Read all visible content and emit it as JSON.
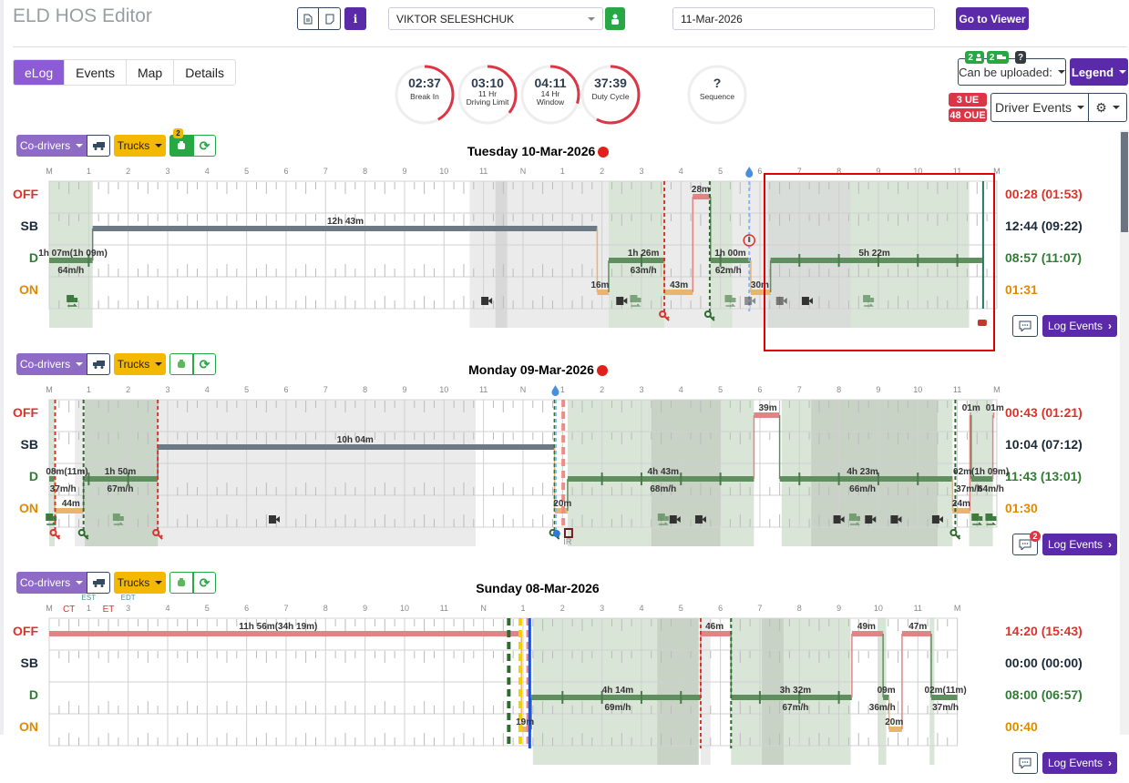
{
  "header": {
    "title": "ELD HOS Editor",
    "driver": "VIKTOR SELESHCHUK",
    "date": "11-Mar-2026",
    "go_viewer": "Go to Viewer",
    "info_icon": "i"
  },
  "tabs": [
    {
      "label": "eLog",
      "active": true
    },
    {
      "label": "Events"
    },
    {
      "label": "Map"
    },
    {
      "label": "Details"
    }
  ],
  "gauges": [
    {
      "value": "02:37",
      "l1": "Break In",
      "l2": "",
      "fraction": 0.42
    },
    {
      "value": "03:10",
      "l1": "11 Hr",
      "l2": "Driving Limit",
      "fraction": 0.36
    },
    {
      "value": "04:11",
      "l1": "14 Hr",
      "l2": "Window",
      "fraction": 0.3
    },
    {
      "value": "37:39",
      "l1": "Duty Cycle",
      "l2": "",
      "fraction": 0.58
    },
    {
      "value": "?",
      "l1": "Sequence",
      "l2": "",
      "fraction": 0
    }
  ],
  "upload": {
    "badge_drivers": "2",
    "badge_trucks": "2",
    "badge_help": "?",
    "select": "Can be uploaded:",
    "legend": "Legend"
  },
  "events": {
    "ue": "3 UE",
    "oue": "48 OUE",
    "select": "Driver Events"
  },
  "common": {
    "codrivers": "Co-drivers",
    "trucks": "Trucks",
    "log_events": "Log Events",
    "engine_badge": "2"
  },
  "colors": {
    "OFF": "#d9342b",
    "SB": "#1b2a3a",
    "D": "#2e7d32",
    "ON": "#e08a00",
    "purple": "#5b2aa8"
  },
  "days": [
    {
      "title": "Tuesday 10-Mar-2026",
      "violation": true,
      "engine_active": true,
      "comment_badge": "",
      "hours": 24,
      "hour_labels": [
        "M",
        "1",
        "2",
        "3",
        "4",
        "5",
        "6",
        "7",
        "8",
        "9",
        "10",
        "11",
        "N",
        "1",
        "2",
        "3",
        "4",
        "5",
        "6",
        "7",
        "8",
        "9",
        "10",
        "11",
        "M"
      ],
      "tz_labels": [],
      "statuses": [
        "OFF",
        "SB",
        "D",
        "ON"
      ],
      "totals": [
        "00:28 (01:53)",
        "12:44 (09:22)",
        "08:57 (11:07)",
        "01:31"
      ],
      "segments": [
        [
          "D",
          0,
          1.1
        ],
        [
          "SB",
          1.1,
          13.88
        ],
        [
          "ON",
          13.88,
          14.17
        ],
        [
          "D",
          14.17,
          15.58
        ],
        [
          "ON",
          15.58,
          16.3
        ],
        [
          "OFF",
          16.3,
          16.75
        ],
        [
          "D",
          16.75,
          17.77
        ],
        [
          "ON",
          17.77,
          18.27
        ],
        [
          "D",
          18.27,
          23.63
        ]
      ],
      "shades": [
        [
          "g",
          0,
          1.1
        ],
        [
          "l",
          10.65,
          14.17
        ],
        [
          "d",
          11.3,
          11.6
        ],
        [
          "g",
          14.17,
          15.58
        ],
        [
          "l",
          15.58,
          16.75
        ],
        [
          "g",
          16.75,
          17.3
        ],
        [
          "d",
          17.3,
          18.2
        ],
        [
          "m",
          18.2,
          20.3
        ],
        [
          "g",
          20.3,
          23.3
        ]
      ],
      "dashed": [
        [
          "red",
          15.58
        ],
        [
          "green",
          16.73
        ],
        [
          "blue",
          17.73
        ]
      ],
      "labels": [
        [
          "1h 07m(1h 09m)",
          0.6,
          "D",
          "a"
        ],
        [
          "64m/h",
          0.55,
          "D",
          "b"
        ],
        [
          "12h 43m",
          7.5,
          "SB",
          "a"
        ],
        [
          "16m",
          13.95,
          "ON",
          "a"
        ],
        [
          "1h 26m",
          15.05,
          "D",
          "a"
        ],
        [
          "63m/h",
          15.05,
          "D",
          "b"
        ],
        [
          "43m",
          15.95,
          "ON",
          "a"
        ],
        [
          "28m",
          16.5,
          "OFF",
          "a"
        ],
        [
          "1h 00m",
          17.25,
          "D",
          "a"
        ],
        [
          "62m/h",
          17.2,
          "D",
          "b"
        ],
        [
          "30m",
          18.0,
          "ON",
          "a"
        ],
        [
          "5h 22m",
          20.9,
          "D",
          "a"
        ]
      ],
      "icons": [
        [
          "truck",
          0.58,
          1
        ],
        [
          "camera",
          11.08,
          1
        ],
        [
          "camera",
          14.5,
          1
        ],
        [
          "truck",
          14.85,
          0.6
        ],
        [
          "truck",
          17.25,
          0.6
        ],
        [
          "camera",
          17.75,
          0.5
        ],
        [
          "camera",
          18.55,
          0.6
        ],
        [
          "camera",
          19.2,
          1
        ],
        [
          "truck",
          20.75,
          0.6
        ]
      ],
      "keys": [
        [
          "red",
          15.58
        ],
        [
          "green",
          16.73
        ]
      ],
      "markers": {
        "drop": 17.73,
        "alert": 17.73,
        "engine_end": 23.63,
        "end_line": 23.63
      }
    },
    {
      "title": "Monday 09-Mar-2026",
      "violation": true,
      "engine_active": false,
      "comment_badge": "2",
      "hours": 24,
      "hour_labels": [
        "M",
        "1",
        "2",
        "3",
        "4",
        "5",
        "6",
        "7",
        "8",
        "9",
        "10",
        "11",
        "N",
        "1",
        "2",
        "3",
        "4",
        "5",
        "6",
        "7",
        "8",
        "9",
        "10",
        "11",
        "M"
      ],
      "tz_labels": [],
      "statuses": [
        "OFF",
        "SB",
        "D",
        "ON"
      ],
      "totals": [
        "00:43 (01:21)",
        "10:04 (07:12)",
        "11:43 (13:01)",
        "01:30"
      ],
      "segments": [
        [
          "D",
          0,
          0.14
        ],
        [
          "ON",
          0.14,
          0.87
        ],
        [
          "D",
          0.87,
          2.75
        ],
        [
          "SB",
          2.75,
          12.8
        ],
        [
          "ON",
          12.8,
          13.13
        ],
        [
          "D",
          13.13,
          17.85
        ],
        [
          "OFF",
          17.85,
          18.5
        ],
        [
          "D",
          18.5,
          22.88
        ],
        [
          "ON",
          22.88,
          23.32
        ],
        [
          "OFF",
          23.32,
          23.35
        ],
        [
          "D",
          23.35,
          23.9
        ],
        [
          "OFF",
          23.9,
          23.94
        ]
      ],
      "shades": [
        [
          "g",
          0,
          0.14
        ],
        [
          "l",
          0.65,
          10.8
        ],
        [
          "g",
          0.9,
          2.75
        ],
        [
          "g",
          13.13,
          17.85
        ],
        [
          "d",
          15.25,
          17.0
        ],
        [
          "g",
          18.55,
          22.88
        ],
        [
          "d",
          19.3,
          22.5
        ],
        [
          "g",
          23.3,
          23.9
        ]
      ],
      "dashed": [
        [
          "red",
          0.15
        ],
        [
          "green",
          0.87
        ],
        [
          "red",
          2.75
        ],
        [
          "green",
          12.8
        ],
        [
          "blue",
          12.83
        ],
        [
          "salmon",
          13.02
        ],
        [
          "green",
          22.95
        ]
      ],
      "labels": [
        [
          "08m(11m)",
          0.45,
          "D",
          "a"
        ],
        [
          "37m/h",
          0.35,
          "D",
          "b"
        ],
        [
          "44m",
          0.55,
          "ON",
          "a"
        ],
        [
          "1h 50m",
          1.8,
          "D",
          "a"
        ],
        [
          "67m/h",
          1.8,
          "D",
          "b"
        ],
        [
          "10h 04m",
          7.75,
          "SB",
          "a"
        ],
        [
          "20m",
          13.0,
          "ON",
          "a"
        ],
        [
          "4h 43m",
          15.55,
          "D",
          "a"
        ],
        [
          "68m/h",
          15.55,
          "D",
          "b"
        ],
        [
          "39m",
          18.2,
          "OFF",
          "a"
        ],
        [
          "4h 23m",
          20.6,
          "D",
          "a"
        ],
        [
          "66m/h",
          20.6,
          "D",
          "b"
        ],
        [
          "24m",
          23.1,
          "ON",
          "a"
        ],
        [
          "01m",
          23.35,
          "OFF",
          "a"
        ],
        [
          "01m",
          23.95,
          "OFF",
          "a"
        ],
        [
          "02m(1h 09m)",
          23.6,
          "D",
          "a"
        ],
        [
          "37m/h",
          23.3,
          "D",
          "b"
        ],
        [
          "64m/h",
          23.85,
          "D",
          "b"
        ]
      ],
      "icons": [
        [
          "truck",
          0.05,
          1
        ],
        [
          "truck",
          1.75,
          0.6
        ],
        [
          "camera",
          5.7,
          1
        ],
        [
          "truck",
          15.55,
          0.6
        ],
        [
          "camera",
          15.85,
          1
        ],
        [
          "camera",
          16.5,
          1
        ],
        [
          "camera",
          20.0,
          1
        ],
        [
          "truck",
          20.4,
          0.6
        ],
        [
          "camera",
          20.8,
          1
        ],
        [
          "camera",
          21.45,
          1
        ],
        [
          "camera",
          22.5,
          1
        ],
        [
          "truck",
          23.5,
          1
        ],
        [
          "truck",
          23.85,
          1
        ]
      ],
      "keys": [
        [
          "red",
          0.15
        ],
        [
          "green",
          0.87
        ],
        [
          "red",
          2.75
        ],
        [
          "green",
          12.8
        ],
        [
          "green",
          22.95
        ]
      ],
      "ir_label": "IR",
      "markers": {
        "drop": 12.82
      }
    },
    {
      "title": "Sunday 08-Mar-2026",
      "violation": false,
      "engine_active": false,
      "comment_badge": "",
      "hours": 23,
      "hour_labels": [
        "M",
        "1",
        "3",
        "4",
        "5",
        "6",
        "7",
        "8",
        "9",
        "10",
        "11",
        "N",
        "1",
        "2",
        "3",
        "4",
        "5",
        "6",
        "7",
        "8",
        "9",
        "10",
        "11",
        "M"
      ],
      "tz_labels": [
        [
          "CT",
          0.5,
          "red"
        ],
        [
          "ET",
          1.5,
          "red"
        ],
        [
          "EST",
          1.0,
          "teal"
        ],
        [
          "EDT",
          2.0,
          "teal"
        ]
      ],
      "statuses": [
        "OFF",
        "SB",
        "D",
        "ON"
      ],
      "totals": [
        "14:20 (15:43)",
        "00:00 (00:00)",
        "08:00 (06:57)",
        "00:40"
      ],
      "segments": [
        [
          "OFF",
          0,
          11.96
        ],
        [
          "ON",
          11.96,
          12.21
        ],
        [
          "D",
          12.21,
          16.5
        ],
        [
          "OFF",
          16.5,
          17.27
        ],
        [
          "D",
          17.27,
          20.33
        ],
        [
          "OFF",
          20.33,
          21.12
        ],
        [
          "D",
          21.12,
          21.27
        ],
        [
          "ON",
          21.27,
          21.6
        ],
        [
          "OFF",
          21.6,
          22.34
        ],
        [
          "D",
          22.34,
          23
        ]
      ],
      "shades": [
        [
          "g",
          12.25,
          16.45
        ],
        [
          "d",
          15.4,
          16.45
        ],
        [
          "l",
          16.5,
          16.75
        ],
        [
          "g",
          17.27,
          20.3
        ],
        [
          "d",
          18.05,
          18.6
        ],
        [
          "g",
          21.0,
          21.2
        ],
        [
          "g",
          22.3,
          22.42
        ]
      ],
      "dashed": [
        [
          "green",
          11.64
        ],
        [
          "yellow",
          11.93
        ],
        [
          "salmon",
          12.13
        ],
        [
          "solidblue",
          12.17
        ],
        [
          "red",
          16.5
        ],
        [
          "green",
          17.27
        ]
      ],
      "labels": [
        [
          "11h 56m(34h 19m)",
          5.8,
          "OFF",
          "a"
        ],
        [
          "19m",
          12.05,
          "ON",
          "a"
        ],
        [
          "4h 14m",
          14.4,
          "D",
          "a"
        ],
        [
          "69m/h",
          14.4,
          "D",
          "b"
        ],
        [
          "46m",
          16.85,
          "OFF",
          "a"
        ],
        [
          "3h 32m",
          18.9,
          "D",
          "a"
        ],
        [
          "67m/h",
          18.9,
          "D",
          "b"
        ],
        [
          "49m",
          20.7,
          "OFF",
          "a"
        ],
        [
          "09m",
          21.2,
          "D",
          "a"
        ],
        [
          "36m/h",
          21.1,
          "D",
          "b"
        ],
        [
          "20m",
          21.4,
          "ON",
          "a"
        ],
        [
          "47m",
          22.0,
          "OFF",
          "a"
        ],
        [
          "02m(11m)",
          22.7,
          "D",
          "a"
        ],
        [
          "37m/h",
          22.7,
          "D",
          "b"
        ]
      ],
      "icons": [],
      "keys": [],
      "markers": {}
    }
  ]
}
